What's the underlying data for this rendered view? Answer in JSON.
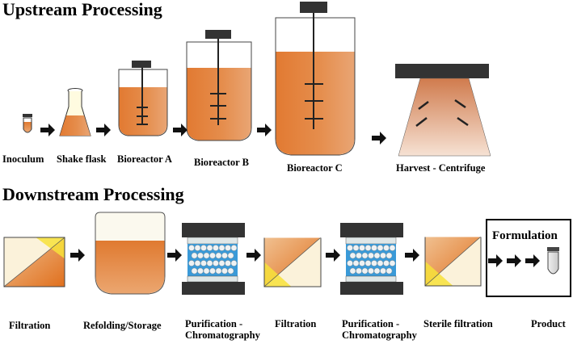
{
  "upstream": {
    "title": "Upstream Processing",
    "steps": [
      "Inoculum",
      "Shake flask",
      "Bioreactor A",
      "Bioreactor B",
      "Bioreactor C",
      "Harvest - Centrifuge"
    ]
  },
  "downstream": {
    "title": "Downstream Processing",
    "steps": [
      {
        "line1": "Filtration",
        "line2": ""
      },
      {
        "line1": "Refolding/Storage",
        "line2": ""
      },
      {
        "line1": "Purification -",
        "line2": "Chromatography"
      },
      {
        "line1": "Filtration",
        "line2": ""
      },
      {
        "line1": "Purification -",
        "line2": "Chromatography"
      },
      {
        "line1": "Sterile filtration",
        "line2": ""
      },
      {
        "line1": "Product",
        "line2": ""
      }
    ],
    "formulation_title": "Formulation"
  },
  "colors": {
    "culture_light": "#f0b080",
    "culture_dark": "#c86a2a",
    "filter_yellow": "#f7e23a",
    "filter_orange": "#e88a3a",
    "chromatography_bead": "#2e8fd0",
    "cap": "#333333"
  }
}
